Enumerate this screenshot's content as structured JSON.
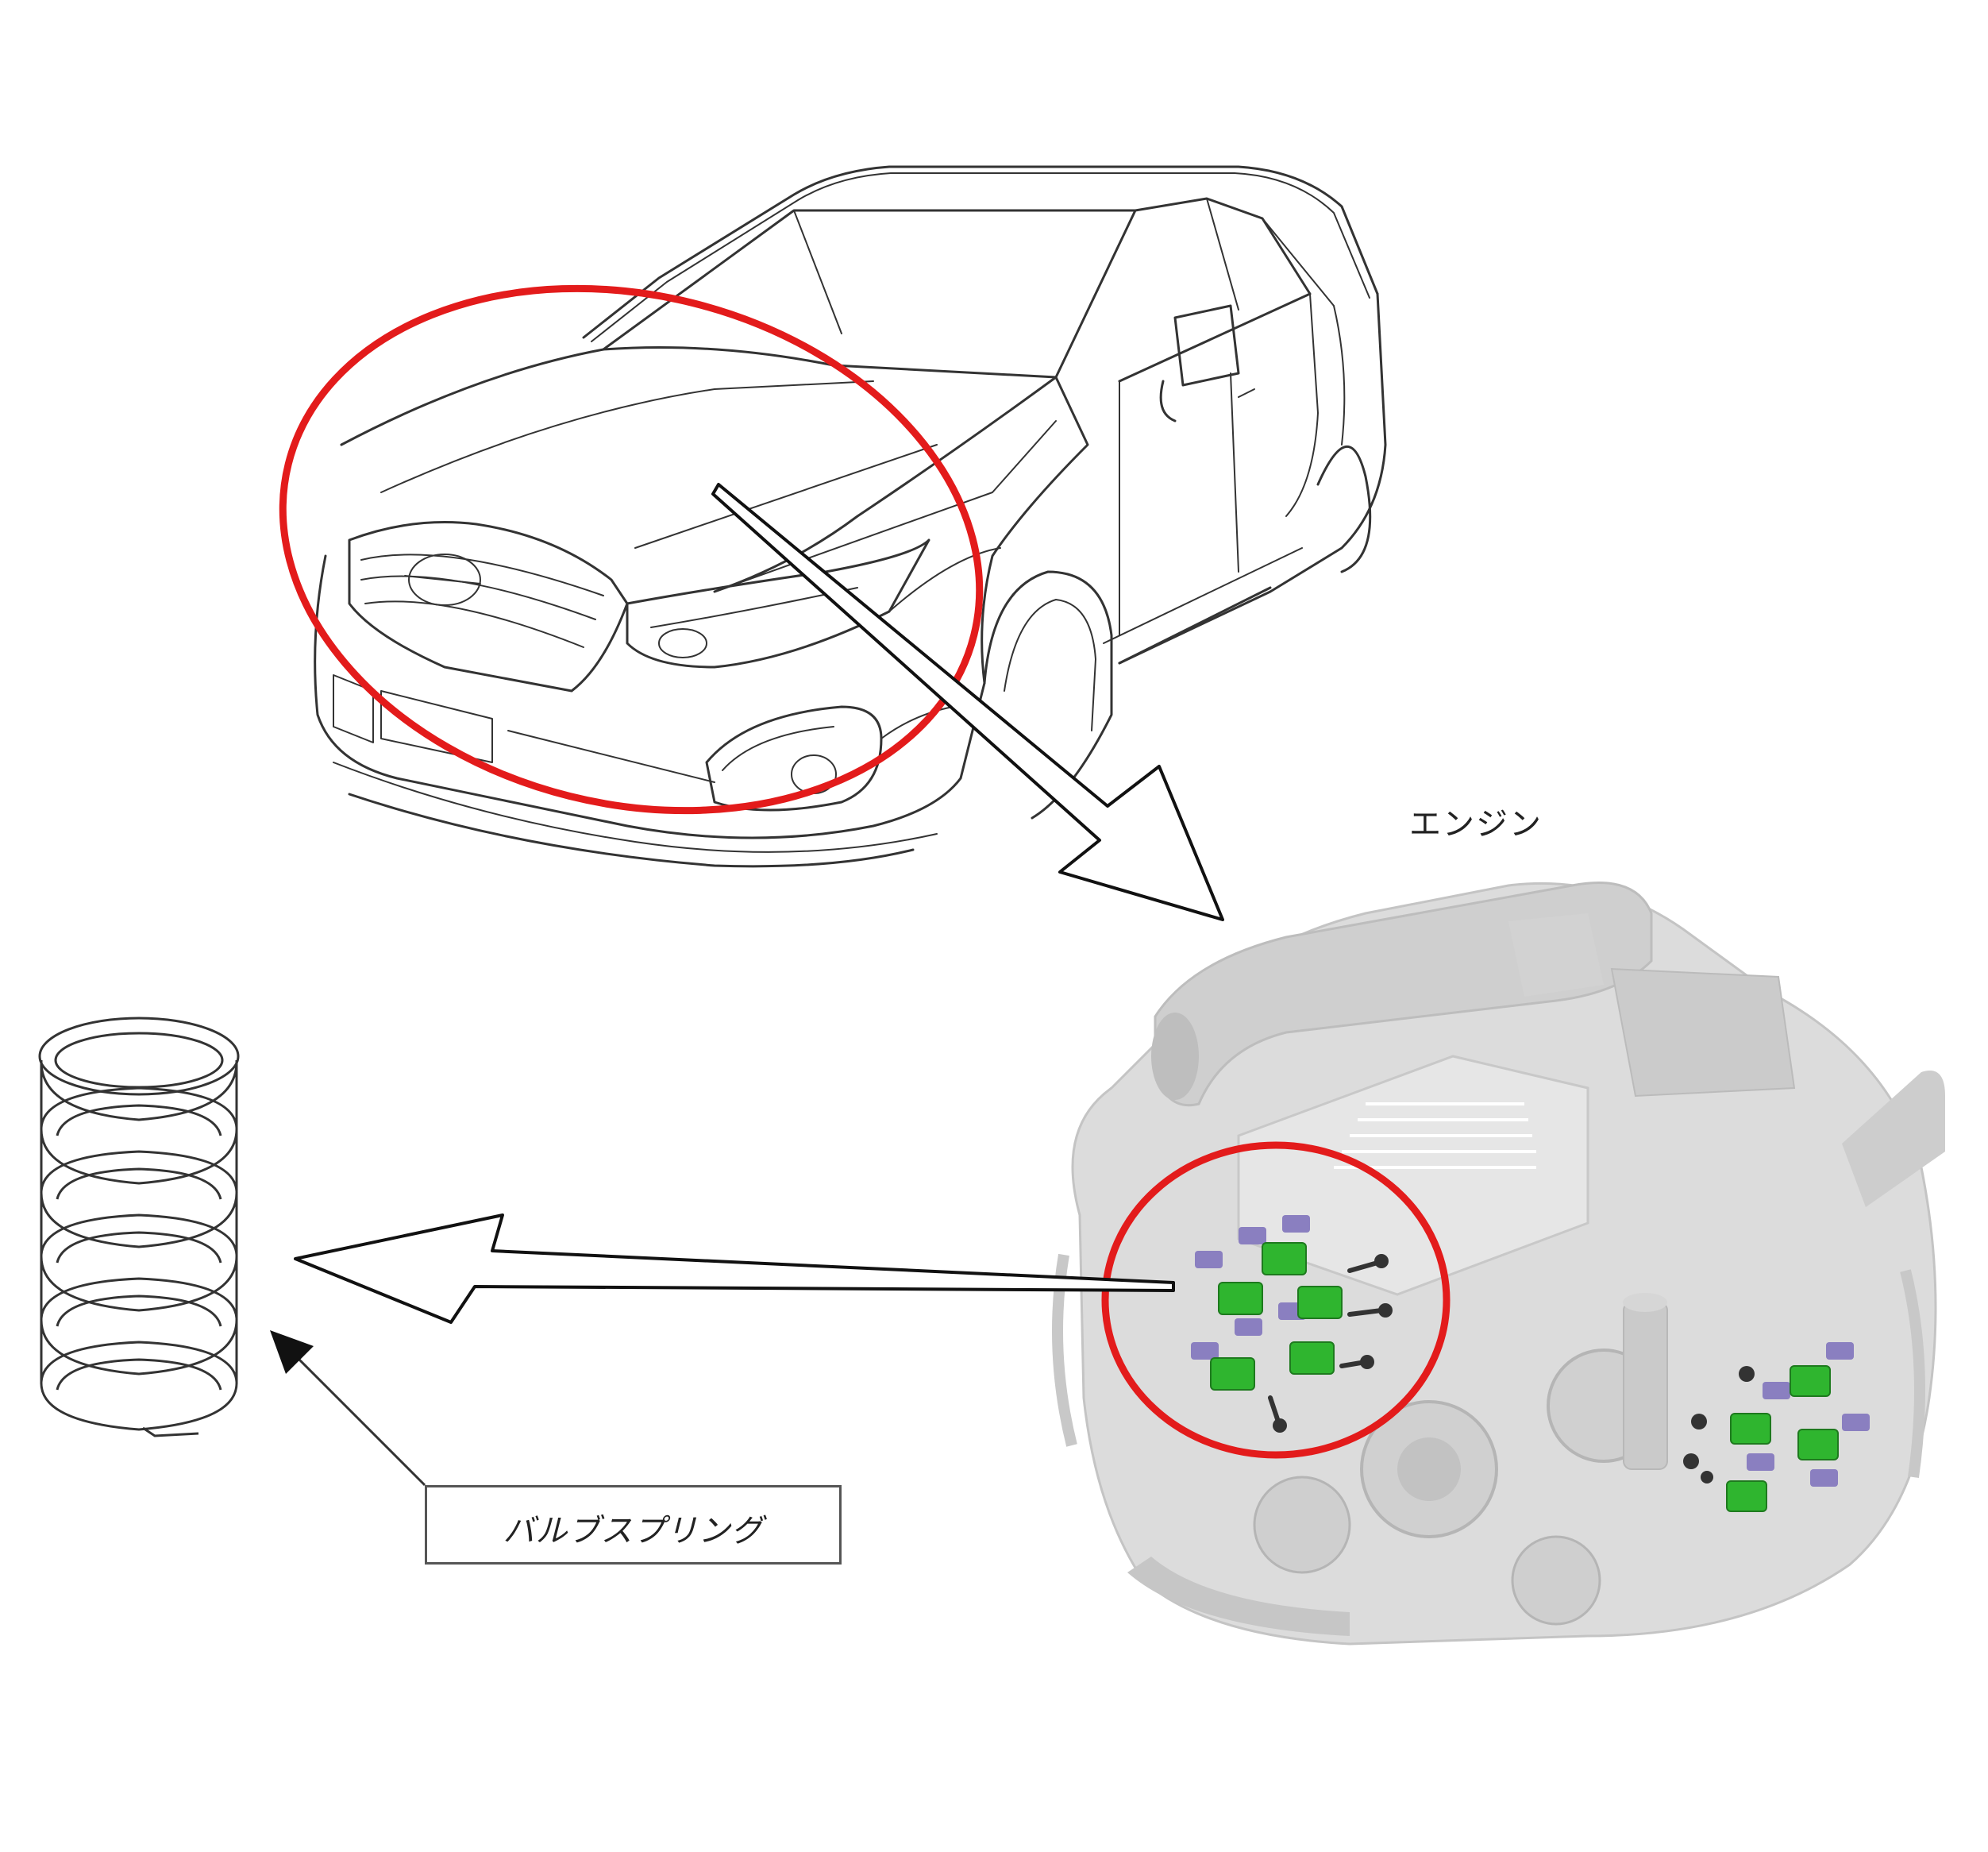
{
  "labels": {
    "engine": "エンジン",
    "valve_spring": "バルブスプリング"
  },
  "colors": {
    "highlight_circle": "#e31b1b",
    "arrow_stroke": "#111111",
    "line_art": "#333333",
    "engine_body": "#d8d8d8",
    "valve_green": "#2fb52f",
    "valve_purple": "#8a7fc0"
  },
  "icons": [
    "car-line-drawing",
    "engine-illustration",
    "coil-spring-illustration"
  ]
}
